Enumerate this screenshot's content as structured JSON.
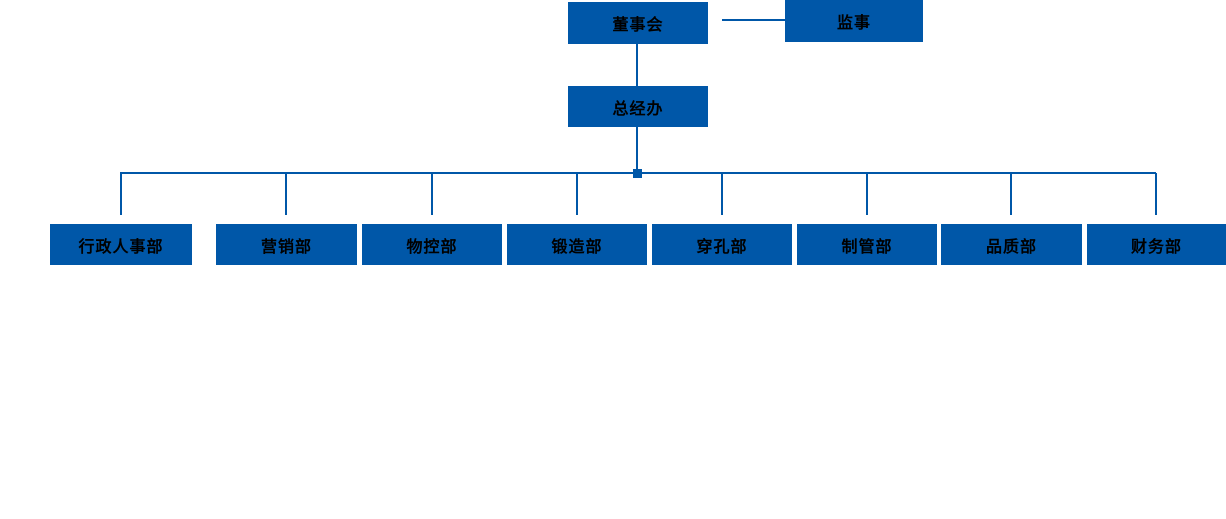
{
  "org": {
    "board": {
      "label": "董事会"
    },
    "supervisor": {
      "label": "监事"
    },
    "gm_office": {
      "label": "总经办"
    },
    "departments": [
      {
        "label": "行政人事部"
      },
      {
        "label": "营销部"
      },
      {
        "label": "物控部"
      },
      {
        "label": "锻造部"
      },
      {
        "label": "穿孔部"
      },
      {
        "label": "制管部"
      },
      {
        "label": "品质部"
      },
      {
        "label": "财务部"
      }
    ],
    "colors": {
      "node_fill": "#0057A8",
      "connector": "#0057A8",
      "node_text": "#000000",
      "background": "#FFFFFF"
    }
  }
}
